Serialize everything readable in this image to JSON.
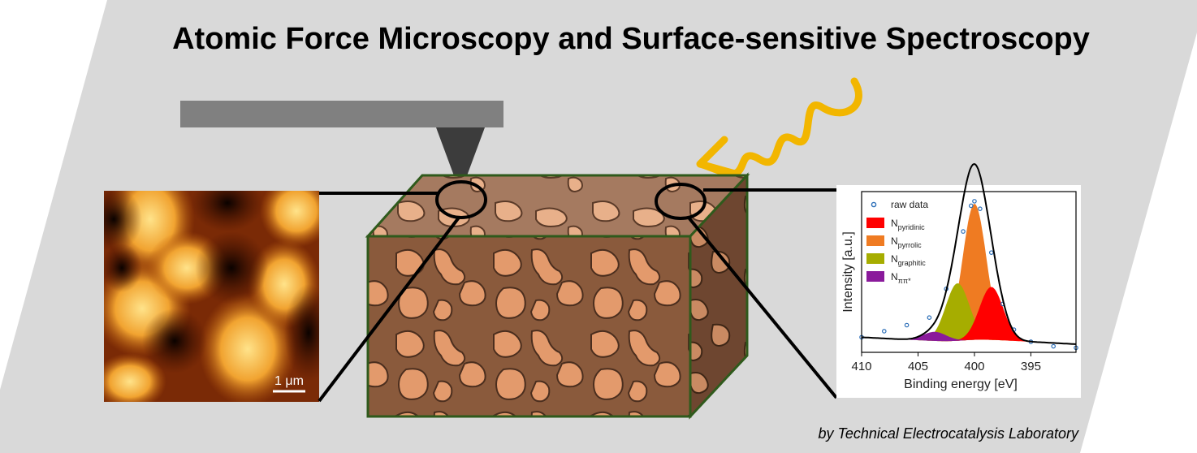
{
  "title": "Atomic Force Microscopy and Surface-sensitive Spectroscopy",
  "credit": "by Technical Electrocatalysis Laboratory",
  "afm_image": {
    "scale_bar_label": "1 μm"
  },
  "colors": {
    "background_panel": "#d9d9d9",
    "photon_arrow": "#f2b600",
    "cantilever": "#808080",
    "tip": "#3c3c3c",
    "block_edge": "#2f5a1c",
    "connector": "#000000"
  },
  "chart_data": {
    "type": "line",
    "xlabel": "Binding energy [eV]",
    "ylabel": "Intensity [a.u.]",
    "x_ticks": [
      410,
      405,
      400,
      395
    ],
    "xlim": [
      410,
      391
    ],
    "x_reversed": true,
    "legend_position": "top-left",
    "series": [
      {
        "name": "raw data",
        "marker": "circle",
        "color": "#2d6fb8",
        "x": [
          410,
          408,
          406,
          404,
          402.5,
          401,
          400.3,
          400,
          399.5,
          398.5,
          397.5,
          396.5,
          395,
          393,
          391
        ],
        "y": [
          0.1,
          0.14,
          0.18,
          0.23,
          0.42,
          0.8,
          0.97,
          1.0,
          0.95,
          0.66,
          0.32,
          0.15,
          0.07,
          0.04,
          0.03
        ]
      },
      {
        "name": "N",
        "sub": "pyridinic",
        "color": "#ff0000",
        "center": 398.5,
        "height": 0.35
      },
      {
        "name": "N",
        "sub": "pyrrolic",
        "color": "#ef7b22",
        "center": 400.0,
        "height": 0.9
      },
      {
        "name": "N",
        "sub": "graphitic",
        "color": "#a6ad00",
        "center": 401.5,
        "height": 0.38
      },
      {
        "name": "N",
        "sub": "ππ*",
        "color": "#8a1a9b",
        "center": 403.5,
        "height": 0.06
      }
    ]
  }
}
